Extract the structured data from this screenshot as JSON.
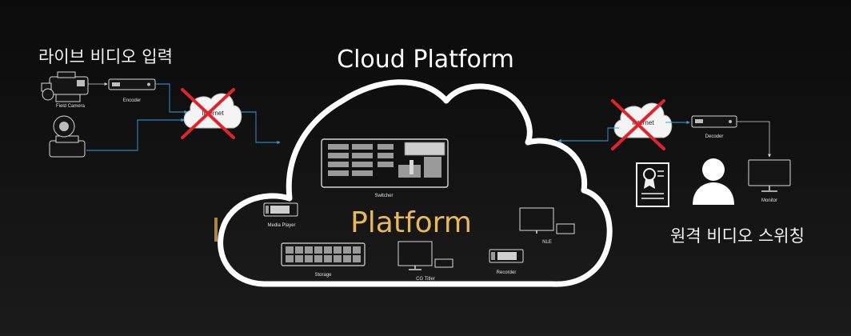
{
  "title": "Cloud Platform",
  "platform_label": "Platform",
  "left_heading": "라이브 비디오 입력",
  "right_heading": "원격 비디오 스위칭",
  "labels": {
    "field_camera": "Field Camera",
    "encoder": "Encoder",
    "internet": "Internet",
    "decoder": "Decoder",
    "monitor": "Monitor",
    "switcher": "Switcher",
    "media_player": "Media Player",
    "storage": "Storage",
    "cg_titler": "CG Titler",
    "recorder": "Recorder",
    "nle": "NLE"
  },
  "colors": {
    "accent_blue": "#2ea4e0",
    "cross_red": "#e0232d",
    "platform_gold": "#e9b85c",
    "cloud_white": "#ffffff"
  }
}
